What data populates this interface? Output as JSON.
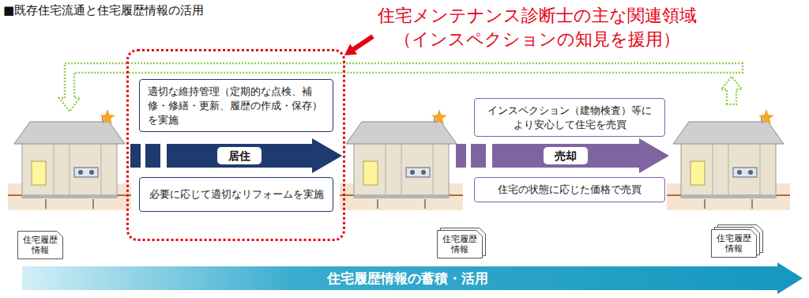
{
  "diagram": {
    "title": "■既存住宅流通と住宅履歴情報の活用",
    "nodes": [
      {
        "text": [
          "住宅メンテナンス診断士の主な関連領域",
          "（インスペクションの知見を援用）"
        ]
      },
      {
        "text": [
          "適切な維持管理（定期的な点検、補修・修繕・更新、履歴の作成・保存）を実施"
        ],
        "in": 0
      },
      {
        "text": [
          "居住"
        ],
        "in": 0
      },
      {
        "text": [
          "必要に応じて適切なリフォームを実施"
        ],
        "in": 0
      },
      {
        "text": [
          "インスペクション（建物検査）等により安心して住宅を売買"
        ]
      },
      {
        "text": [
          "売却"
        ]
      },
      {
        "text": [
          "住宅の状態に応じた価格で売買"
        ]
      },
      {
        "text": [
          "住宅履歴情報"
        ]
      },
      {
        "text": [
          "住宅履歴情報"
        ]
      },
      {
        "text": [
          "住宅履歴情報"
        ]
      },
      {
        "text": [
          "住宅履歴情報の蓄積・活用"
        ]
      }
    ]
  }
}
